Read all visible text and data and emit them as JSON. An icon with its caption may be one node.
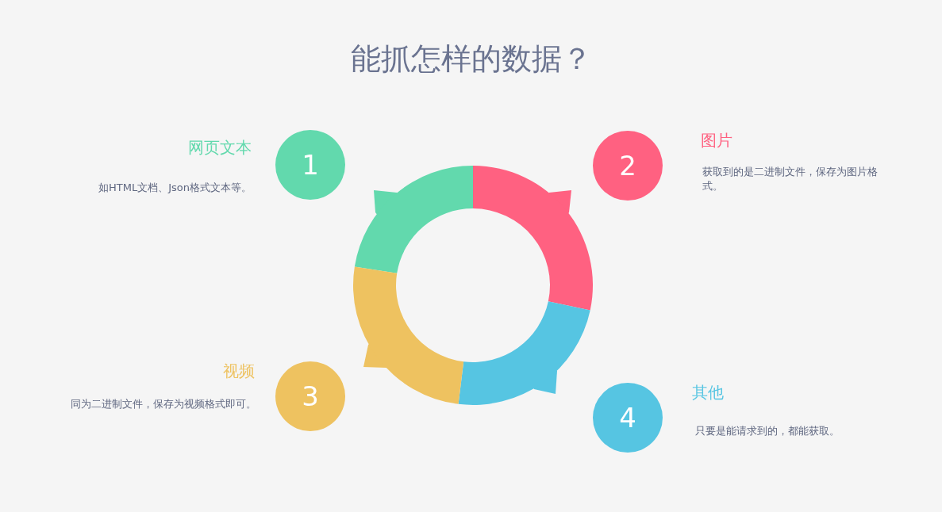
{
  "diagram": {
    "title": "能抓怎样的数据？",
    "nodes": [
      {
        "text": [
          "1"
        ],
        "beside": [
          "网页文本",
          "如HTML文档、Json格式文本等。"
        ]
      },
      {
        "text": [
          "2"
        ],
        "beside": [
          "图片",
          "获取到的是二进制文件，保存为图片格式。"
        ]
      },
      {
        "text": [
          "3"
        ],
        "beside": [
          "视频",
          "同为二进制文件，保存为视频格式即可。"
        ]
      },
      {
        "text": [
          "4"
        ],
        "beside": [
          "其他",
          "只要是能请求到的，都能获取。"
        ]
      }
    ]
  }
}
